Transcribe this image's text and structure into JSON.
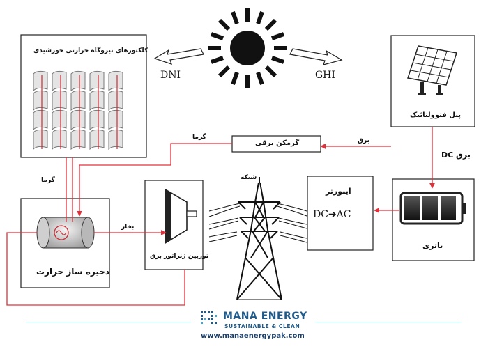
{
  "labels": {
    "collectors": "کلکتورهای نیروگاه حرارتی خورشیدی",
    "dni": "DNI",
    "ghi": "GHI",
    "pv_panel": "پنل فتوولتائیک",
    "electric_heater": "گرمکن برقی",
    "heat_top": "گرما",
    "electricity": "برق",
    "dc_electricity": "برق DC",
    "heat_left": "گرما",
    "grid": "شبکه",
    "inverter": "اینورتر",
    "dc_ac": "DC➔AC",
    "steam": "بخار",
    "thermal_storage": "ذخیره ساز حرارت",
    "turbine_generator": "توربین ژنراتور برق",
    "battery": "باتری"
  },
  "brand": {
    "name": "MANA ENERGY",
    "tagline": "SUSTAINABLE & CLEAN",
    "url": "www.manaenergypak.com"
  },
  "colors": {
    "flow_line": "#e0303a",
    "box_border": "#222222",
    "sun": "#111111",
    "brand": "#1e5a8a",
    "footer_rule": "#4aa6c8"
  },
  "icons": {
    "sun": "sun-icon",
    "solar_panel": "solar-panel-icon",
    "battery": "battery-icon",
    "tower": "transmission-tower-icon",
    "turbine": "turbine-icon",
    "logo": "mana-logo-icon"
  }
}
